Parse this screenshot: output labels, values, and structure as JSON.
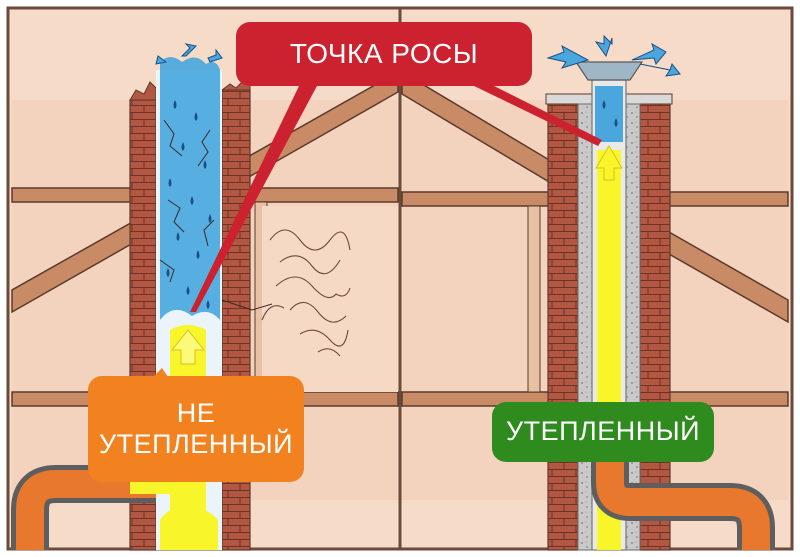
{
  "labels": {
    "dew_point": "ТОЧКА РОСЫ",
    "not_insulated_line1": "НЕ",
    "not_insulated_line2": "УТЕПЛЕННЫЙ",
    "insulated": "УТЕПЛЕННЫЙ"
  },
  "colors": {
    "wall": "#f3d3bd",
    "brick": "#b25741",
    "roof_beam": "#c98a66",
    "outline": "#5a3a2c",
    "condensate": "#4aa7dd",
    "hot_air": "#f8f52a",
    "pipe": "#e8782e",
    "dew_point": "#cc2230",
    "not_insulated": "#f2821f",
    "insulated": "#2f8b1e",
    "insulation": "#c7c7c7"
  },
  "icons": {
    "condensate_drops": "droplet-icon",
    "flow_arrows": "arrow-icon"
  }
}
